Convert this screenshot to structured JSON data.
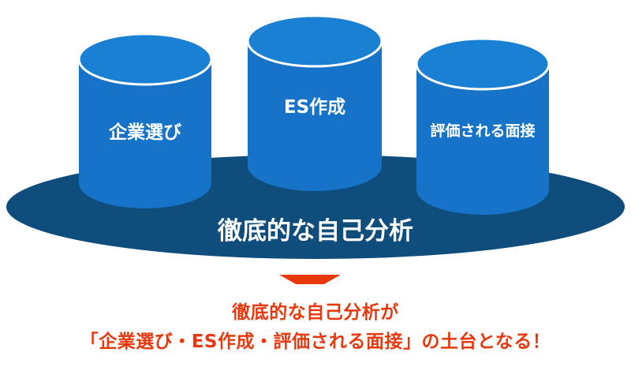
{
  "foundation": {
    "label": "徹底的な自己分析"
  },
  "pillars": [
    {
      "label": "企業選び"
    },
    {
      "label": "ES作成"
    },
    {
      "label": "評価される面接"
    }
  ],
  "caption": {
    "line1": "徹底的な自己分析が",
    "line2": "「企業選び・ES作成・評価される面接」の土台となる！"
  },
  "colors": {
    "platform": "#0f4d7d",
    "cylinder_body": "#1673c7",
    "cylinder_top": "#1a80d4",
    "rim": "#ffffff",
    "text_on_shape": "#ffffff",
    "arrow": "#e8380d",
    "caption": "#e8380d"
  }
}
